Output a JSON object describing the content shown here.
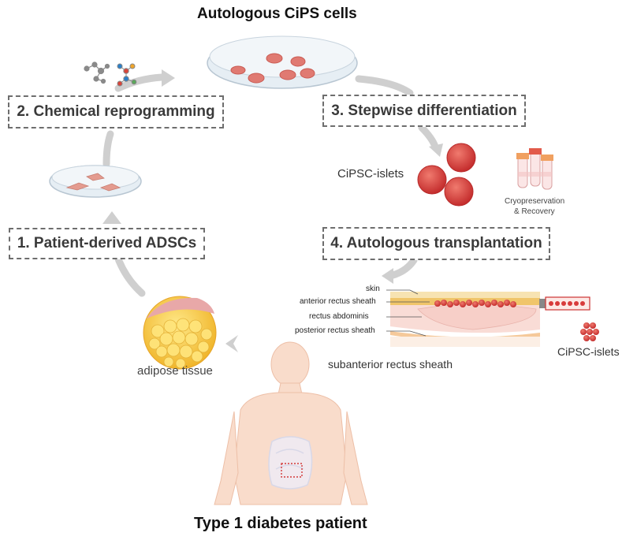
{
  "title_top": "Autologous CiPS cells",
  "title_bottom": "Type 1 diabetes patient",
  "steps": [
    {
      "label": "1. Patient-derived ADSCs"
    },
    {
      "label": "2. Chemical reprogramming"
    },
    {
      "label": "3. Stepwise differentiation"
    },
    {
      "label": "4. Autologous transplantation"
    }
  ],
  "labels": {
    "adipose": "adipose tissue",
    "islets_upper": "CiPSC-islets",
    "islets_lower": "CiPSC-islets",
    "cryo_line1": "Cryopreservation",
    "cryo_line2": "& Recovery",
    "site": "subanterior rectus sheath"
  },
  "layers": [
    {
      "label": "skin"
    },
    {
      "label": "anterior rectus sheath"
    },
    {
      "label": "rectus abdominis"
    },
    {
      "label": "posterior rectus sheath"
    }
  ],
  "colors": {
    "cell_red": "#d83b3b",
    "arrow_gray": "#c9c9c9",
    "dish_blue": "#dfe9f1",
    "fat_yellow": "#f5c842",
    "skin_tone": "#f8dcc6"
  },
  "icons": [
    "molecule-icon-gray",
    "molecule-icon-color",
    "cryovial-icon",
    "human-silhouette-icon"
  ]
}
